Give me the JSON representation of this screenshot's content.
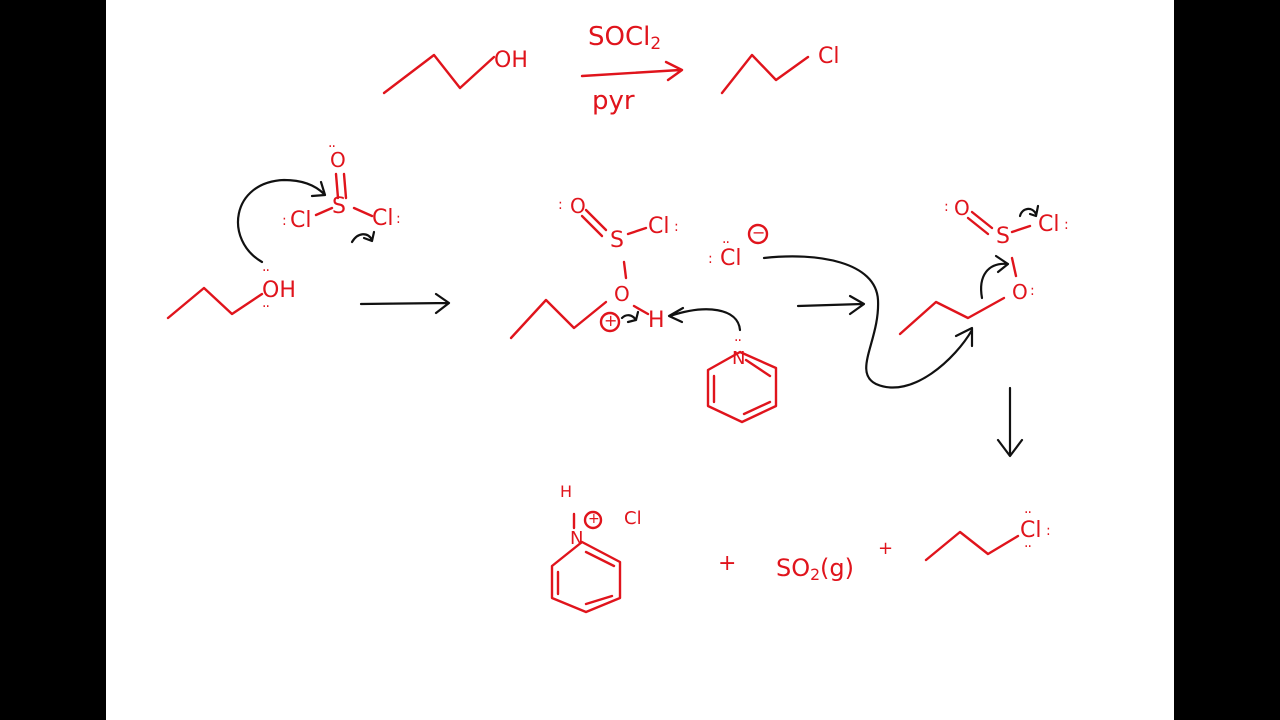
{
  "colors": {
    "ink": "#e0141c",
    "arrows": "#111111",
    "board": "#ffffff",
    "frame": "#000000"
  },
  "overall_reaction": {
    "reactant_group": "OH",
    "reagent_top": "SOCl",
    "reagent_top_sub": "2",
    "reagent_bottom": "pyr",
    "product_group": "Cl"
  },
  "step1": {
    "alcohol_label": "OH",
    "socl2": {
      "o": "O",
      "s": "S",
      "cl_left": "Cl",
      "cl_right": "Cl"
    }
  },
  "step2": {
    "o_top": "O",
    "s": "S",
    "cl": "Cl",
    "o_mid": "O",
    "h": "H",
    "plus_charge": "+",
    "chloride": "Cl",
    "minus_charge": "−",
    "pyridine_n": "N"
  },
  "step3": {
    "o_top": "O",
    "s": "S",
    "cl": "Cl",
    "o_bottom": "O"
  },
  "products": {
    "pyridinium_h": "H",
    "pyridinium_n": "N",
    "pyridinium_plus": "+",
    "counter_ion": "Cl",
    "plus1": "+",
    "so2": "SO",
    "so2_sub": "2",
    "so2_state": "(g)",
    "plus2": "+",
    "alkyl_chloride": "Cl"
  }
}
